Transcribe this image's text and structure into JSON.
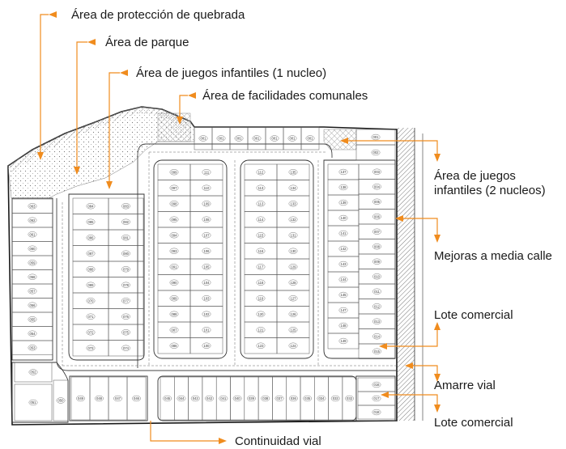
{
  "annotations": {
    "proteccion_quebrada": "Área de protección de quebrada",
    "parque": "Área de parque",
    "juegos_1": "Área de juegos infantiles (1 nucleo)",
    "facilidades": "Área de facilidades comunales",
    "juegos_2_line1": "Área de juegos",
    "juegos_2_line2": "infantiles (2 nucleos)",
    "mejoras": "Mejoras a media calle",
    "lote_comercial_1": "Lote comercial",
    "amarre": "Amarre vial",
    "lote_comercial_2": "Lote comercial",
    "continuidad": "Continuidad vial"
  },
  "colors": {
    "accent": "#f08c1e",
    "line": "#2b2b2b",
    "hatch": "#9a9a9a"
  },
  "lots": {
    "top_row": [
      "001",
      "001",
      "001",
      "001",
      "001",
      "001",
      "001"
    ],
    "top_right": [
      "001",
      "002"
    ],
    "left_col": [
      "063",
      "062",
      "061",
      "060",
      "059",
      "058",
      "057",
      "056",
      "055",
      "054",
      "053"
    ],
    "left_bottom": [
      "052",
      "051",
      "050"
    ],
    "b1_left": [
      "084",
      "085",
      "086",
      "087",
      "088",
      "089",
      "070",
      "071",
      "072",
      "073"
    ],
    "b1_right": [
      "083",
      "082",
      "081",
      "080",
      "079",
      "078",
      "077",
      "076",
      "075",
      "074"
    ],
    "b2_left": [
      "099",
      "097",
      "098",
      "095",
      "094",
      "093",
      "091",
      "090",
      "089",
      "088",
      "087",
      "086"
    ],
    "b2_right": [
      "111",
      "110",
      "109",
      "108",
      "107",
      "106",
      "105",
      "104",
      "103",
      "102",
      "101",
      "100"
    ],
    "b3_left": [
      "112",
      "113",
      "113",
      "114",
      "115",
      "116",
      "117",
      "118",
      "119",
      "120",
      "121",
      "123"
    ],
    "b3_right": [
      "135",
      "134",
      "133",
      "132",
      "131",
      "130",
      "129",
      "128",
      "127",
      "126",
      "125",
      "124"
    ],
    "b4_left": [
      "137",
      "138",
      "139",
      "140",
      "141",
      "142",
      "143",
      "144",
      "145",
      "147",
      "148",
      "149"
    ],
    "b4_right": [
      "003",
      "004",
      "005",
      "006",
      "007",
      "008",
      "009",
      "010",
      "011",
      "012",
      "013",
      "014",
      "015"
    ],
    "bottom_left": [
      "049",
      "048",
      "047",
      "046"
    ],
    "bottom_right": [
      "045",
      "044",
      "043",
      "042",
      "041",
      "040",
      "039",
      "038",
      "037",
      "036",
      "035",
      "034",
      "033",
      "032"
    ],
    "bottom_corner": [
      "016",
      "017",
      "018"
    ]
  }
}
